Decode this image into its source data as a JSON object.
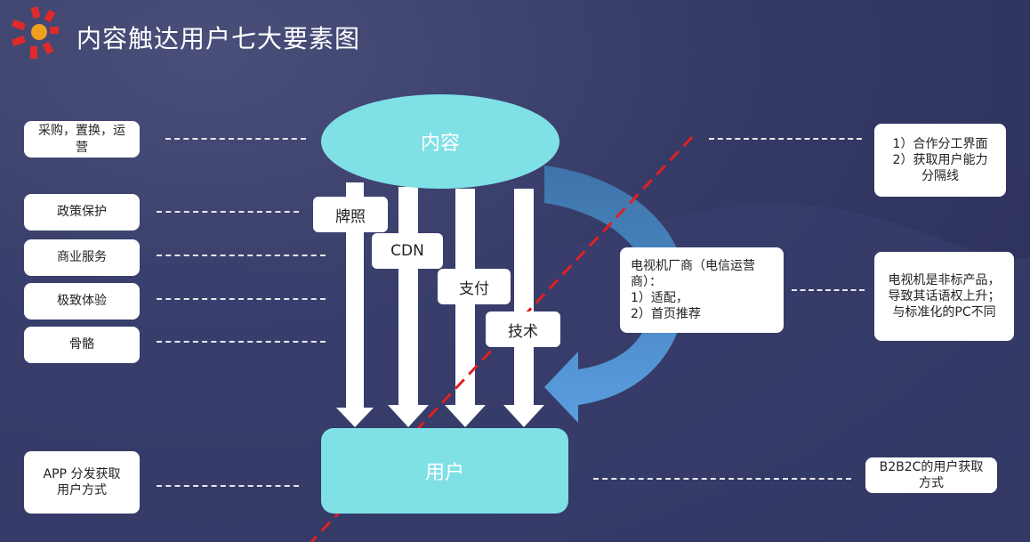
{
  "title": "内容触达用户七大要素图",
  "colors": {
    "node_fill": "#7fe0e6",
    "arrow_blue": "#4f8fd0",
    "cut_line": "#e02020",
    "background": "#2f3460"
  },
  "left_items": [
    {
      "label": "采购，置换，运\n营"
    },
    {
      "label": "政策保护"
    },
    {
      "label": "商业服务"
    },
    {
      "label": "极致体验"
    },
    {
      "label": "骨骼"
    },
    {
      "label": "APP 分发获取\n用户方式"
    }
  ],
  "center": {
    "top_node": "内容",
    "bottom_node": "用户",
    "channels": [
      "牌照",
      "CDN",
      "支付",
      "技术"
    ]
  },
  "middle_box": "电视机厂商（电信运营\n商）：\n1）适配，\n2）首页推荐",
  "right_items": [
    {
      "label": "1）合作分工界面\n2）获取用户能力\n分隔线"
    },
    {
      "label": "电视机是非标产品，\n导致其话语权上升；\n与标准化的PC不同"
    },
    {
      "label": "B2B2C的用户获取\n方式"
    }
  ]
}
